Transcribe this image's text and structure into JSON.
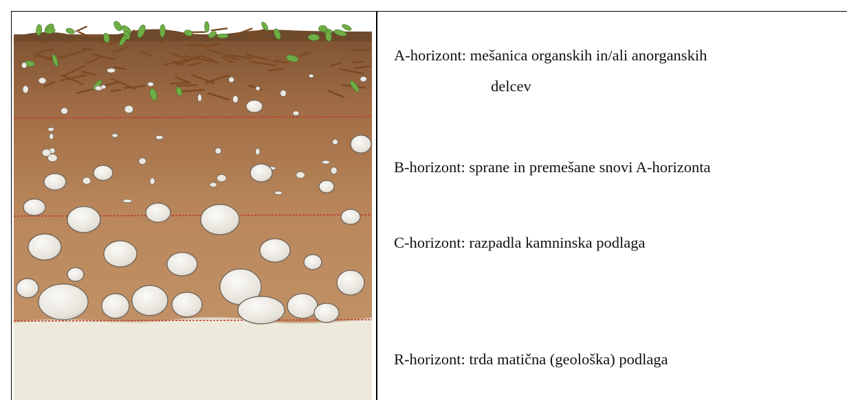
{
  "labels": {
    "a_horizon": {
      "line1": "A-horizont: mešanica organskih in/ali anorganskih",
      "line2": "delcev"
    },
    "b_horizon": "B-horizont: sprane in premešane snovi A-horizonta",
    "c_horizon": "C-horizont: razpadla kamninska podlaga",
    "r_horizon": "R-horizont: trda matična (geološka) podlaga"
  },
  "colors": {
    "soil_top": "#8a5a36",
    "soil_mid": "#b07c52",
    "soil_low": "#bd8a5d",
    "bedrock": "#eeeadb",
    "boundary_line": "#c0392b",
    "stone": "#ebe8e2",
    "stone_outline": "#6d6258",
    "leaf": "#6fae45",
    "twig": "#7a4a22"
  }
}
